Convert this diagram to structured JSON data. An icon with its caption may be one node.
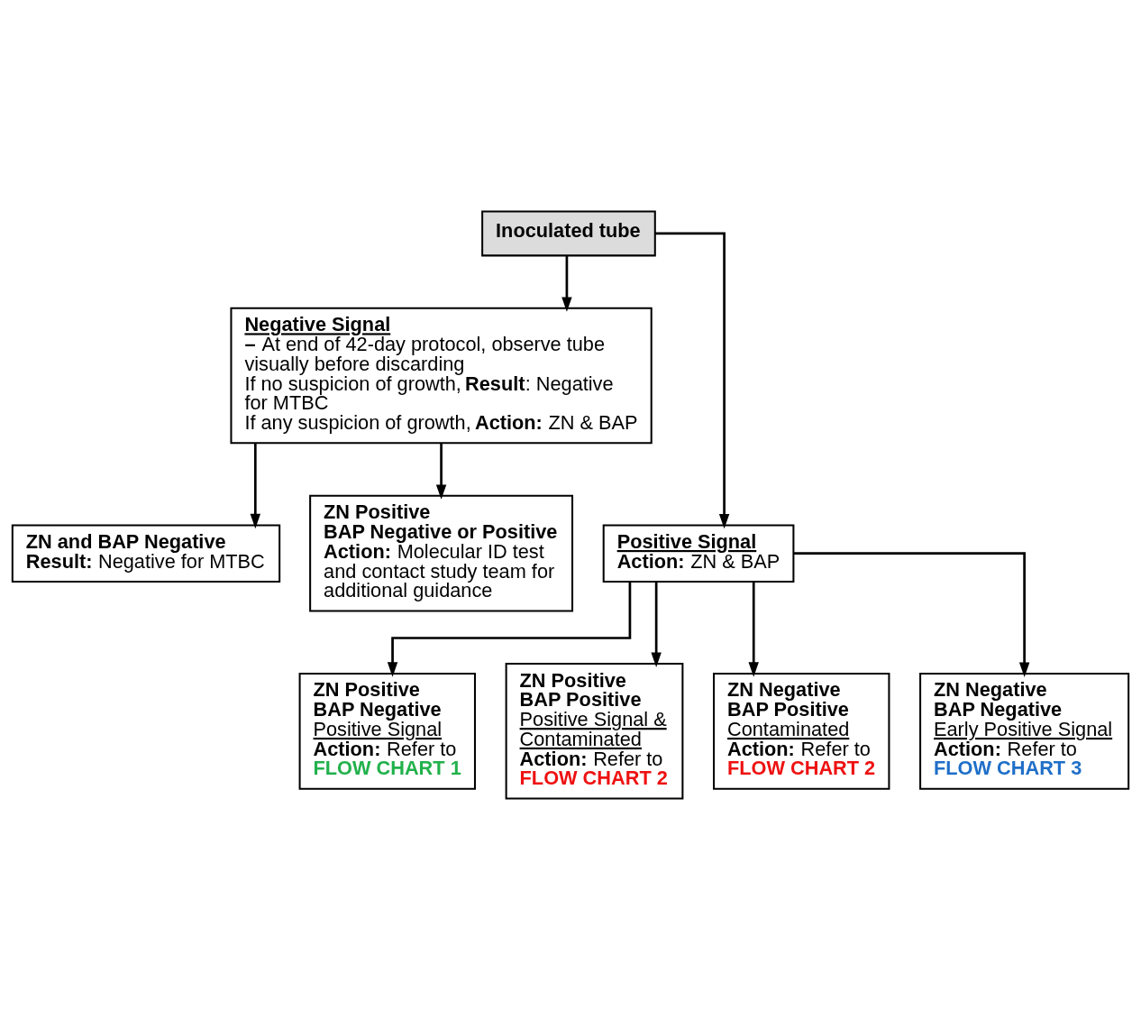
{
  "diagram": {
    "nodes": [
      {
        "text": [
          "Inoculated tube"
        ]
      },
      {
        "text": [
          "Negative Signal",
          "**–** At end of 42-day protocol, observe tube visually before discarding",
          "If no suspicion of growth, **Result**: Negative for MTBC",
          "If any suspicion of growth, **Action:** ZN & BAP"
        ]
      },
      {
        "text": [
          "ZN and BAP Negative",
          "**Result:** Negative for MTBC"
        ]
      },
      {
        "text": [
          "ZN Positive",
          "BAP Negative or Positive",
          "**Action:** Molecular ID test and contact study team for additional guidance"
        ]
      },
      {
        "text": [
          "Positive Signal",
          "**Action:** ZN & BAP"
        ]
      },
      {
        "text": [
          "ZN Positive",
          "BAP Negative",
          "Positive Signal",
          "**Action:** Refer to",
          "FLOW CHART 1"
        ]
      },
      {
        "text": [
          "ZN Positive",
          "BAP Positive",
          "Positive Signal & Contaminated",
          "**Action:** Refer to",
          "FLOW CHART 2"
        ]
      },
      {
        "text": [
          "ZN Negative",
          "BAP Positive",
          "Contaminated",
          "**Action:** Refer to",
          "FLOW CHART 2"
        ]
      },
      {
        "text": [
          "ZN Negative",
          "BAP Negative",
          "Early Positive Signal",
          "**Action:** Refer to",
          "FLOW CHART 3"
        ]
      }
    ],
    "edges": [
      {
        "from": 0,
        "to": 1,
        "arrow": "to"
      },
      {
        "from": 0,
        "to": 4,
        "arrow": "to"
      },
      {
        "from": 1,
        "to": 2,
        "arrow": "to"
      },
      {
        "from": 1,
        "to": 3,
        "arrow": "to"
      },
      {
        "from": 4,
        "to": 5,
        "arrow": "to"
      },
      {
        "from": 4,
        "to": 6,
        "arrow": "to"
      },
      {
        "from": 4,
        "to": 7,
        "arrow": "to"
      },
      {
        "from": 4,
        "to": 8,
        "arrow": "to"
      }
    ]
  }
}
